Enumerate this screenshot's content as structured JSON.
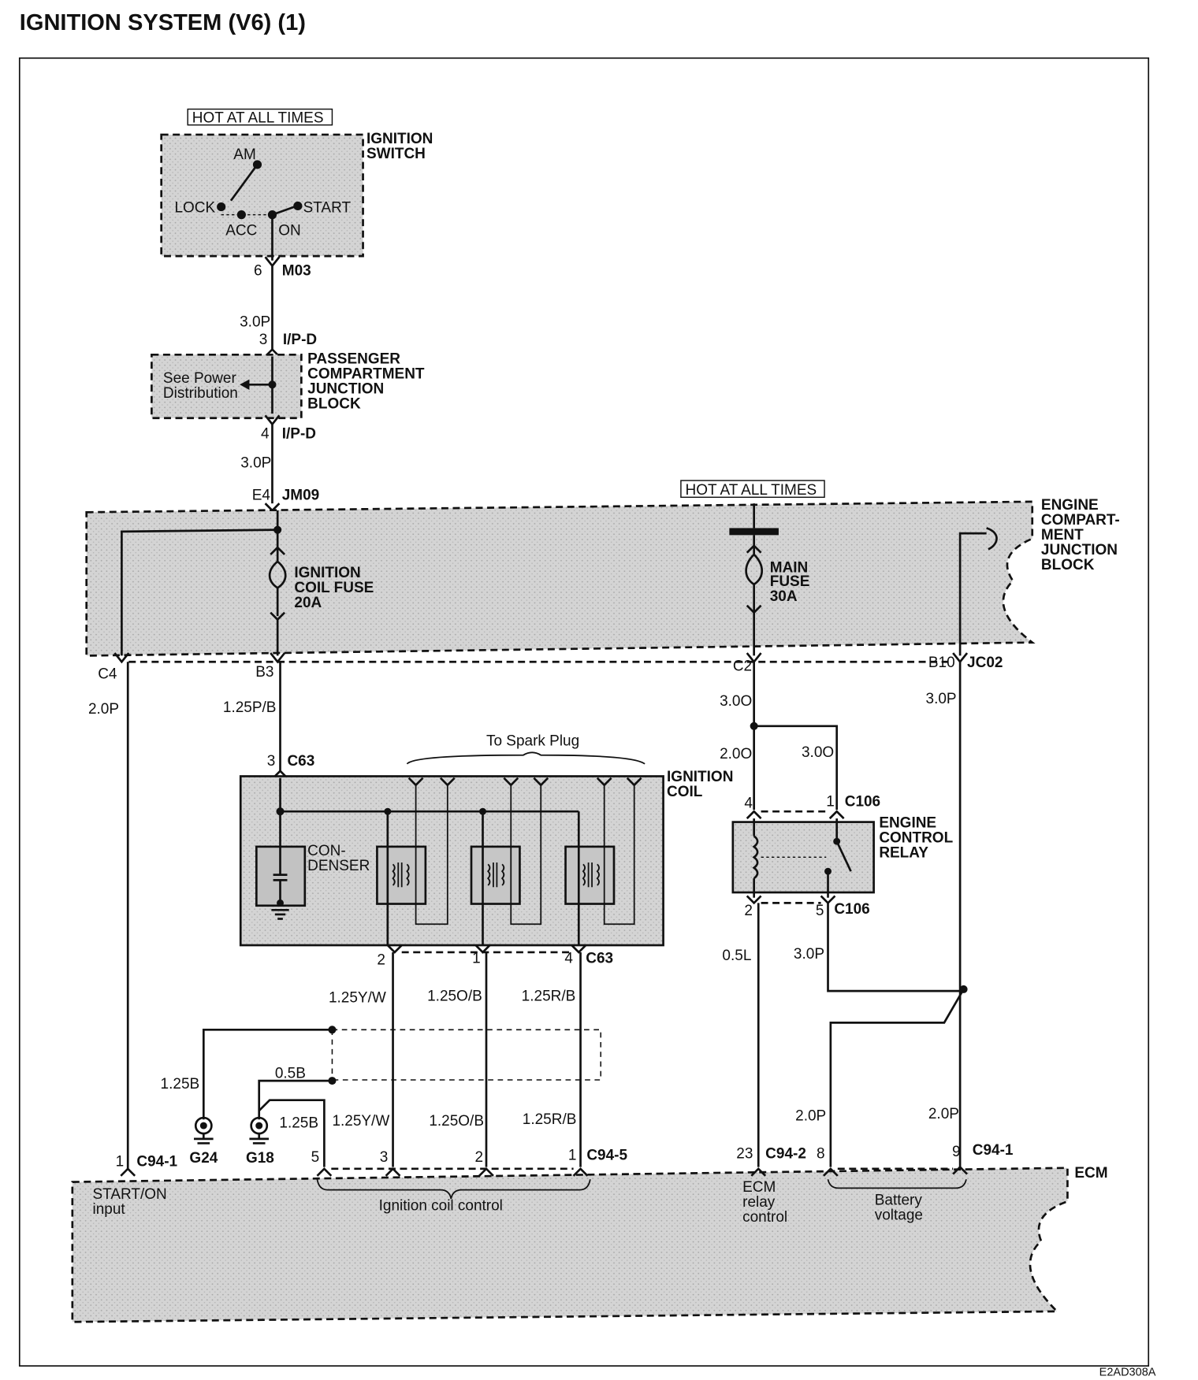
{
  "page_title": "IGNITION SYSTEM (V6) (1)",
  "figure_code": "E2AD308A",
  "hot_labels": {
    "top": "HOT AT ALL TIMES",
    "engine": "HOT AT ALL TIMES"
  },
  "ignition_switch": {
    "title": [
      "IGNITION",
      "SWITCH"
    ],
    "positions": {
      "am": "AM",
      "lock": "LOCK",
      "acc": "ACC",
      "on": "ON",
      "start": "START"
    }
  },
  "passenger_jb": {
    "title": [
      "PASSENGER",
      "COMPARTMENT",
      "JUNCTION",
      "BLOCK"
    ],
    "note": [
      "See Power",
      "Distribution"
    ]
  },
  "engine_jb": {
    "title": [
      "ENGINE",
      "COMPART-",
      "MENT",
      "JUNCTION",
      "BLOCK"
    ]
  },
  "ignition_coil_fuse": [
    "IGNITION",
    "COIL FUSE",
    "20A"
  ],
  "main_fuse": [
    "MAIN",
    "FUSE",
    "30A"
  ],
  "ignition_coil": {
    "title": [
      "IGNITION",
      "COIL"
    ],
    "condenser": [
      "CON-",
      "DENSER"
    ],
    "spark_note": "To Spark Plug"
  },
  "engine_control_relay": {
    "title": [
      "ENGINE",
      "CONTROL",
      "RELAY"
    ]
  },
  "ecm": {
    "title": "ECM",
    "start_input": [
      "START/ON",
      "input"
    ],
    "coil_control": "Ignition coil control",
    "relay_control": [
      "ECM",
      "relay",
      "control"
    ],
    "battery_voltage": [
      "Battery",
      "voltage"
    ]
  },
  "connectors": {
    "m03": "M03",
    "m03_pin": "6",
    "ipd_top": "I/P-D",
    "ipd_top_pin": "3",
    "ipd_bot": "I/P-D",
    "ipd_bot_pin": "4",
    "jm09": "JM09",
    "jm09_pin": "E4",
    "c4": "C4",
    "b3": "B3",
    "c2": "C2",
    "b10": "B10",
    "jc02": "JC02",
    "c63_top": "C63",
    "c63_top_pin": "3",
    "c63_bot": "C63",
    "c63_pins": [
      "2",
      "1",
      "4"
    ],
    "c106_top": "C106",
    "c106_pins_top": [
      "4",
      "1"
    ],
    "c106_bot": "C106",
    "c106_pins_bot": [
      "2",
      "5"
    ],
    "c94_1_left": "C94-1",
    "c94_1_left_pin": "1",
    "c94_5": "C94-5",
    "c94_5_pins": [
      "5",
      "3",
      "2",
      "1"
    ],
    "c94_2": "C94-2",
    "c94_2_pins": [
      "23",
      "8"
    ],
    "c94_1_right": "C94-1",
    "c94_1_right_pin": "9"
  },
  "grounds": {
    "g24": "G24",
    "g18": "G18"
  },
  "wires": {
    "w1": "3.0P",
    "w2": "3.0P",
    "w3": "2.0P",
    "w4": "1.25P/B",
    "w5": "3.0O",
    "w6": "2.0O",
    "w7": "3.0O",
    "w8": "3.0P",
    "w9": "1.25Y/W",
    "w10": "1.25O/B",
    "w11": "1.25R/B",
    "w12": "1.25B",
    "w13": "0.5B",
    "w14": "1.25B",
    "w15": "1.25Y/W",
    "w16": "1.25O/B",
    "w17": "1.25R/B",
    "w18": "0.5L",
    "w19": "3.0P",
    "w20": "2.0P",
    "w21": "2.0P"
  }
}
